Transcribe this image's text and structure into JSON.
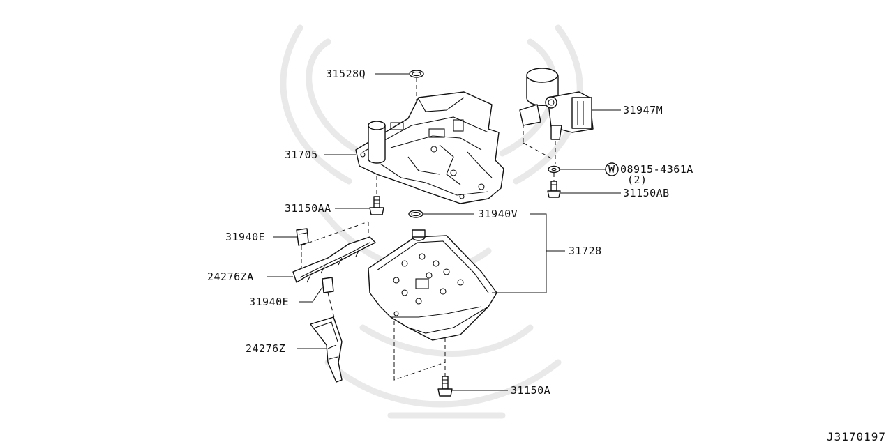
{
  "diagram": {
    "reference_code": "J3170197",
    "parts": [
      {
        "id": "p1",
        "label": "31528Q"
      },
      {
        "id": "p2",
        "label": "31705"
      },
      {
        "id": "p3",
        "label": "31947M"
      },
      {
        "id": "p4",
        "label": "08915-4361A",
        "washer_symbol": "W",
        "quantity": "(2)"
      },
      {
        "id": "p5",
        "label": "31150AB"
      },
      {
        "id": "p6",
        "label": "31150AA"
      },
      {
        "id": "p7",
        "label": "31940V"
      },
      {
        "id": "p8",
        "label": "31728"
      },
      {
        "id": "p9",
        "label": "31940E"
      },
      {
        "id": "p10",
        "label": "24276ZA"
      },
      {
        "id": "p11",
        "label": "31940E"
      },
      {
        "id": "p12",
        "label": "24276Z"
      },
      {
        "id": "p13",
        "label": "31150A"
      }
    ]
  }
}
